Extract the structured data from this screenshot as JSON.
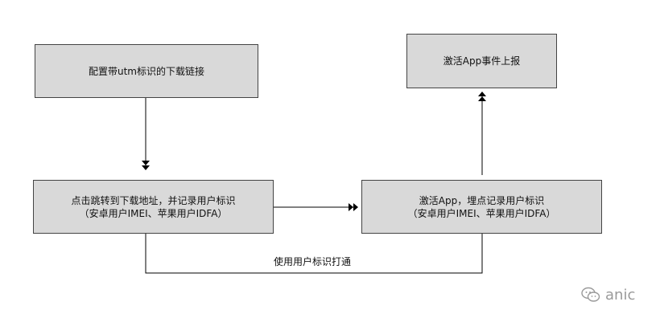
{
  "boxes": {
    "utm_link": "配置带utm标识的下载链接",
    "activate_report": "激活App事件上报",
    "click_jump": {
      "line1": "点击跳转到下载地址，并记录用户标识",
      "line2": "（安卓用户IMEI、苹果用户IDFA）"
    },
    "activate_track": {
      "line1": "激活App，埋点记录用户标识",
      "line2": "（安卓用户IMEI、苹果用户IDFA）"
    }
  },
  "connector_label": "使用用户标识打通",
  "watermark": {
    "text": "anic",
    "icon": "wechat-icon"
  },
  "colors": {
    "box_fill": "#d9d9d9",
    "box_border": "#444444",
    "line": "#000000",
    "watermark": "#9a9a9a"
  }
}
